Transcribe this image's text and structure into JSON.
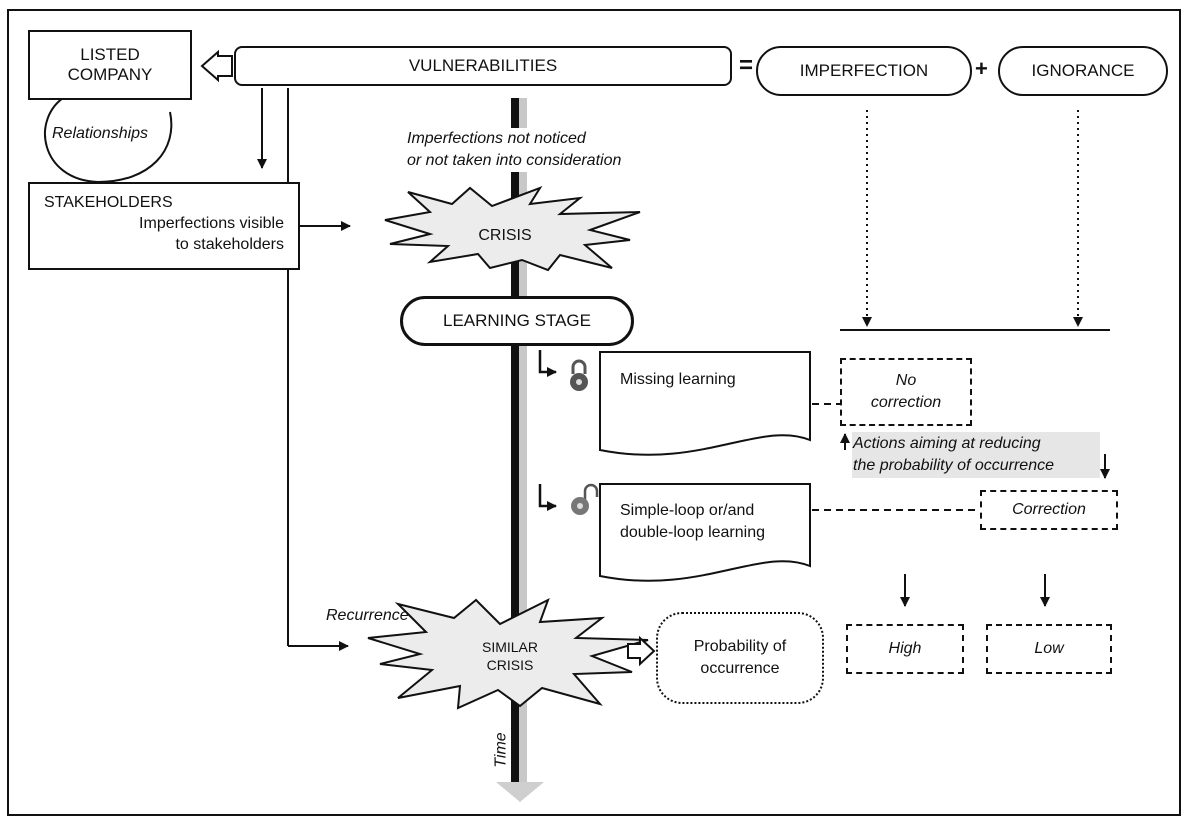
{
  "company": {
    "line1": "LISTED",
    "line2": "COMPANY"
  },
  "relationships": "Relationships",
  "vulnerabilities": "VULNERABILITIES",
  "equals": "=",
  "imperfection": "IMPERFECTION",
  "plus": "+",
  "ignorance": "IGNORANCE",
  "not_noticed": {
    "line1": "Imperfections not noticed",
    "line2": "or not taken into consideration"
  },
  "stakeholders": {
    "title": "STAKEHOLDERS",
    "line1": "Imperfections visible",
    "line2": "to stakeholders"
  },
  "crisis": "CRISIS",
  "learning_stage": "LEARNING STAGE",
  "missing_learning": "Missing learning",
  "no_correction": {
    "line1": "No",
    "line2": "correction"
  },
  "actions": {
    "line1": "Actions aiming at reducing",
    "line2": "the probability of occurrence"
  },
  "loop_learning": {
    "line1": "Simple-loop or/and",
    "line2": "double-loop learning"
  },
  "correction": "Correction",
  "recurrence": "Recurrence",
  "similar_crisis": {
    "line1": "SIMILAR",
    "line2": "CRISIS"
  },
  "probability": {
    "line1": "Probability of",
    "line2": "occurrence"
  },
  "high": "High",
  "low": "Low",
  "time": "Time",
  "colors": {
    "stroke": "#111111",
    "burst_fill": "#ececec",
    "highlight": "#e6e6e6",
    "timeline_shadow": "#c8c8c8"
  }
}
